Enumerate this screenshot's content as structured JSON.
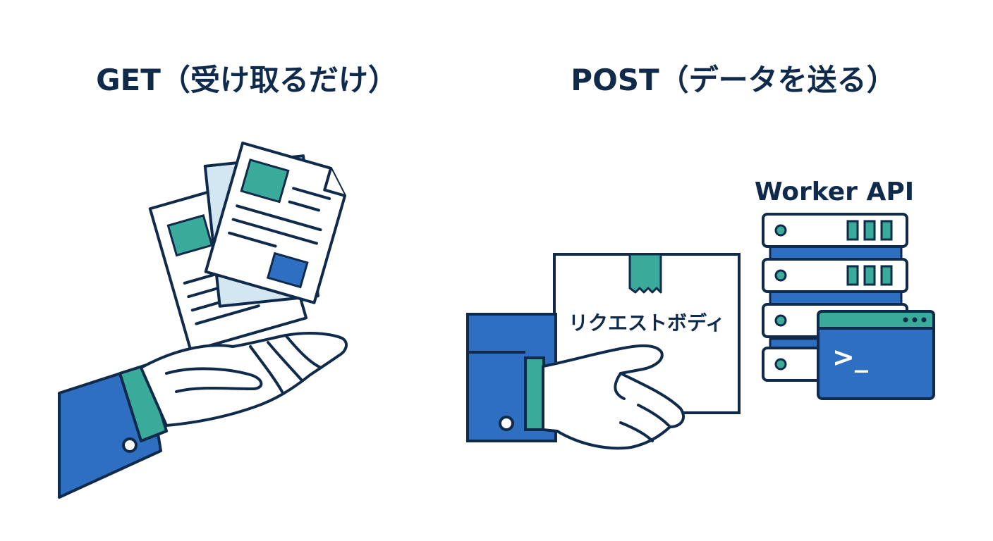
{
  "get_section": {
    "title": "GET（受け取るだけ）"
  },
  "post_section": {
    "title": "POST（データを送る）",
    "package_label": "リクエストボディ",
    "server_label": "Worker API",
    "terminal_prompt": ">_"
  },
  "colors": {
    "navy": "#0f2a4a",
    "blue": "#2f6fc2",
    "teal": "#3aaa9b",
    "light_blue": "#d3e7f3",
    "white": "#ffffff"
  }
}
